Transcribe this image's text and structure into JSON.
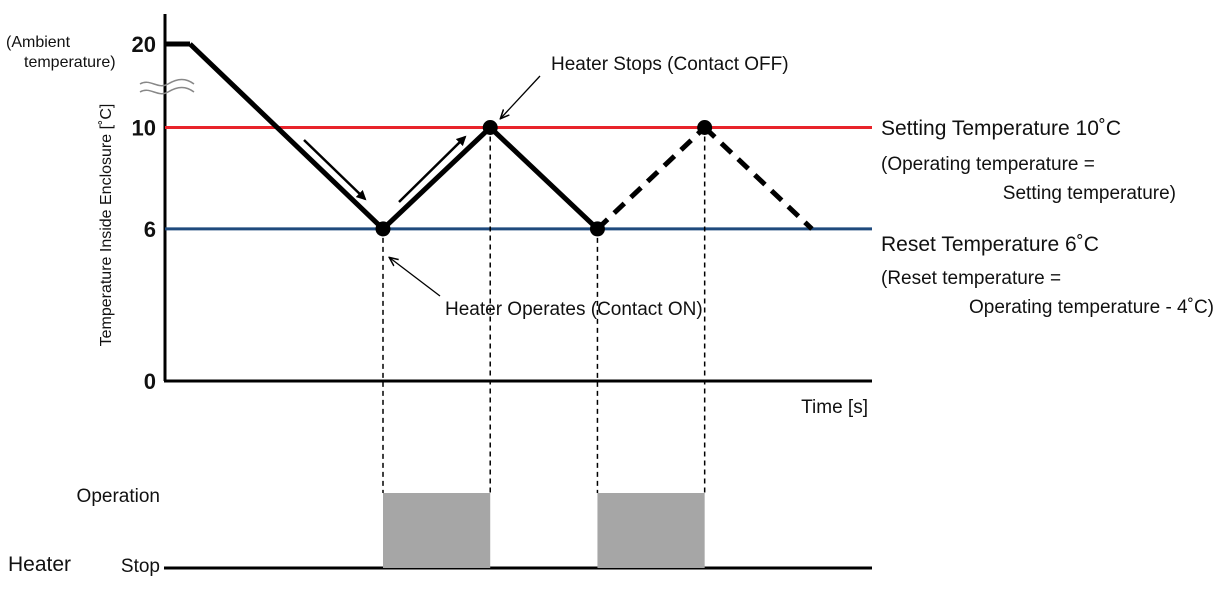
{
  "ambient_label_line1": "(Ambient",
  "ambient_label_line2": "temperature)",
  "y_axis_label": "Temperature Inside Enclosure [˚C]",
  "x_axis_label": "Time [s]",
  "heater_label": "Heater",
  "heater_states": {
    "operation": "Operation",
    "stop": "Stop"
  },
  "setting_label": "Setting Temperature 10˚C",
  "setting_note_line1": "(Operating temperature =",
  "setting_note_line2": "Setting temperature)",
  "reset_label": "Reset Temperature 6˚C",
  "reset_note_line1": "(Reset temperature =",
  "reset_note_line2": "Operating temperature - 4˚C)",
  "callout_stop": "Heater Stops (Contact OFF)",
  "callout_operate": "Heater Operates (Contact ON)",
  "colors": {
    "setting_line": "#e8232a",
    "reset_line": "#1f4a7d",
    "curve": "#000000",
    "heater_bar": "#a6a6a6"
  },
  "chart_data": {
    "type": "line",
    "y_ticks": [
      {
        "value": 20,
        "label": "20"
      },
      {
        "value": 10,
        "label": "10"
      },
      {
        "value": 6,
        "label": "6"
      },
      {
        "value": 0,
        "label": "0"
      }
    ],
    "setting_temperature": 10,
    "reset_temperature": 6,
    "temperature_profile": [
      {
        "t": 0,
        "temp": 20,
        "style": "solid"
      },
      {
        "t": 1,
        "temp": 20,
        "style": "solid"
      },
      {
        "t": 10,
        "temp": 6,
        "style": "solid",
        "event": "heater_on"
      },
      {
        "t": 15,
        "temp": 10,
        "style": "solid",
        "event": "heater_off"
      },
      {
        "t": 20,
        "temp": 6,
        "style": "solid",
        "event": "heater_on"
      },
      {
        "t": 25,
        "temp": 10,
        "style": "dashed",
        "event": "heater_off"
      },
      {
        "t": 30,
        "temp": 6,
        "style": "dashed"
      }
    ],
    "heater_operation_intervals": [
      [
        10,
        15
      ],
      [
        20,
        25
      ]
    ]
  }
}
